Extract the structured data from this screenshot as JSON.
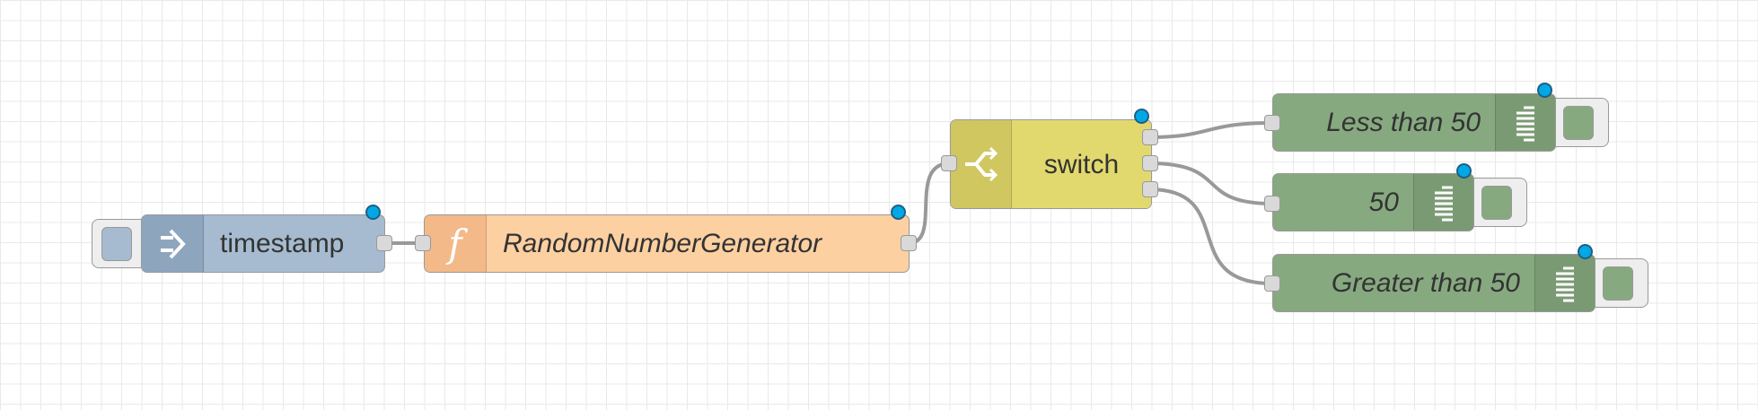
{
  "flow": {
    "nodes": [
      {
        "id": "inject",
        "label": "timestamp",
        "type": "inject",
        "icon": "arrow-in-icon",
        "color": "#a6bbcf"
      },
      {
        "id": "function",
        "label": "RandomNumberGenerator",
        "type": "function",
        "icon": "function-icon",
        "color": "#fdd0a2"
      },
      {
        "id": "switch",
        "label": "switch",
        "type": "switch",
        "icon": "switch-icon",
        "color": "#e2d96e"
      },
      {
        "id": "debug1",
        "label": "Less than 50",
        "type": "debug",
        "icon": "debug-icon",
        "color": "#87a980"
      },
      {
        "id": "debug2",
        "label": "50",
        "type": "debug",
        "icon": "debug-icon",
        "color": "#87a980"
      },
      {
        "id": "debug3",
        "label": "Greater than 50",
        "type": "debug",
        "icon": "debug-icon",
        "color": "#87a980"
      }
    ],
    "wires": [
      {
        "from": "inject",
        "to": "function"
      },
      {
        "from": "function",
        "to": "switch"
      },
      {
        "from": "switch.output1",
        "to": "debug1"
      },
      {
        "from": "switch.output2",
        "to": "debug2"
      },
      {
        "from": "switch.output3",
        "to": "debug3"
      }
    ],
    "colors": {
      "wire": "#999999",
      "changed_indicator": "#00a9e6",
      "grid": "#e9e9e9"
    }
  }
}
